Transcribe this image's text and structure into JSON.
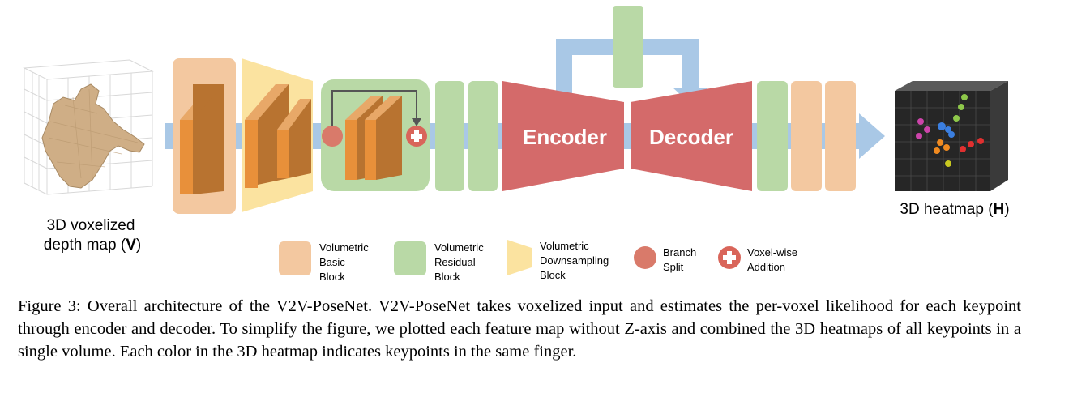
{
  "input": {
    "label_line1": "3D voxelized",
    "label_line2_prefix": "depth map (",
    "label_symbol": "V",
    "label_suffix": ")"
  },
  "output": {
    "label_prefix": "3D heatmap (",
    "label_symbol": "H",
    "label_suffix": ")"
  },
  "encoder": {
    "label": "Encoder"
  },
  "decoder": {
    "label": "Decoder"
  },
  "colors": {
    "basic_block": "#f3c8a0",
    "residual_block": "#b9d9a6",
    "downsampling_block": "#fbe3a0",
    "branch_split": "#d97a6a",
    "voxel_addition": "#d9655a",
    "encoder_decoder": "#d46a6a",
    "flow_arrow": "#a9c8e6",
    "feature_map_front": "#e8903a",
    "feature_map_side": "#b87330"
  },
  "legend": {
    "basic": {
      "line1": "Volumetric",
      "line2": "Basic",
      "line3": "Block"
    },
    "residual": {
      "line1": "Volumetric",
      "line2": "Residual",
      "line3": "Block"
    },
    "downsampling": {
      "line1": "Volumetric",
      "line2": "Downsampling",
      "line3": "Block"
    },
    "branch": {
      "line1": "Branch",
      "line2": "Split"
    },
    "addition": {
      "line1": "Voxel-wise",
      "line2": "Addition"
    }
  },
  "caption": {
    "text": "Figure 3: Overall architecture of the V2V-PoseNet. V2V-PoseNet takes voxelized input and estimates the per-voxel likelihood for each keypoint through encoder and decoder. To simplify the figure, we plotted each feature map without Z-axis and combined the 3D heatmaps of all keypoints in a single volume. Each color in the 3D heatmap indicates keypoints in the same finger."
  }
}
